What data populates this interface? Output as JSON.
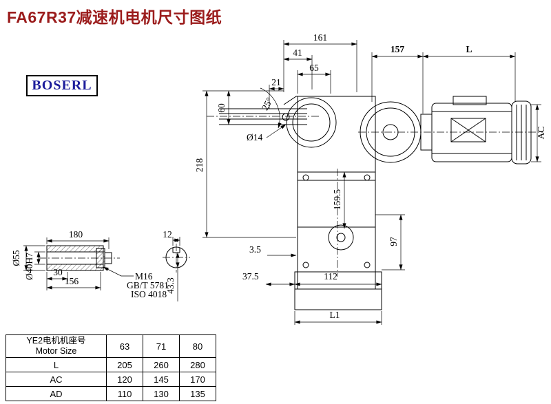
{
  "theme": {
    "title_color": "#9b1c1c",
    "logo_color": "#1c1c9b",
    "line_color": "#000000"
  },
  "page": {
    "title": "FA67R37减速机电机尺寸图纸",
    "logo": "BOSERL"
  },
  "main_view": {
    "dim_161": "161",
    "dim_41": "41",
    "dim_65": "65",
    "dim_21": "21",
    "dim_157": "157",
    "dim_L": "L",
    "dim_60": "60",
    "dim_218": "218",
    "dim_dia14": "Ø14",
    "dim_angle": "25°",
    "dim_159_5": "159.5",
    "dim_AC": "AC",
    "dim_97": "97",
    "dim_3_5": "3.5",
    "dim_37_5": "37.5",
    "dim_112": "112",
    "dim_L1": "L1"
  },
  "shaft_view": {
    "dim_180": "180",
    "dim_12": "12",
    "dim_dia55": "Ø55",
    "dim_dia40": "Ø40H7",
    "dim_30": "30",
    "dim_156": "156",
    "thread_label": "M16",
    "standard_1": "GB/T 5781",
    "standard_2": "ISO 4018",
    "dim_43_3": "43.3"
  },
  "table": {
    "header": {
      "line1": "YE2电机机座号",
      "line2": "Motor Size",
      "sizes": [
        "63",
        "71",
        "80"
      ]
    },
    "rows": [
      {
        "label": "L",
        "values": [
          "205",
          "260",
          "280"
        ]
      },
      {
        "label": "AC",
        "values": [
          "120",
          "145",
          "170"
        ]
      },
      {
        "label": "AD",
        "values": [
          "110",
          "130",
          "135"
        ]
      }
    ]
  }
}
